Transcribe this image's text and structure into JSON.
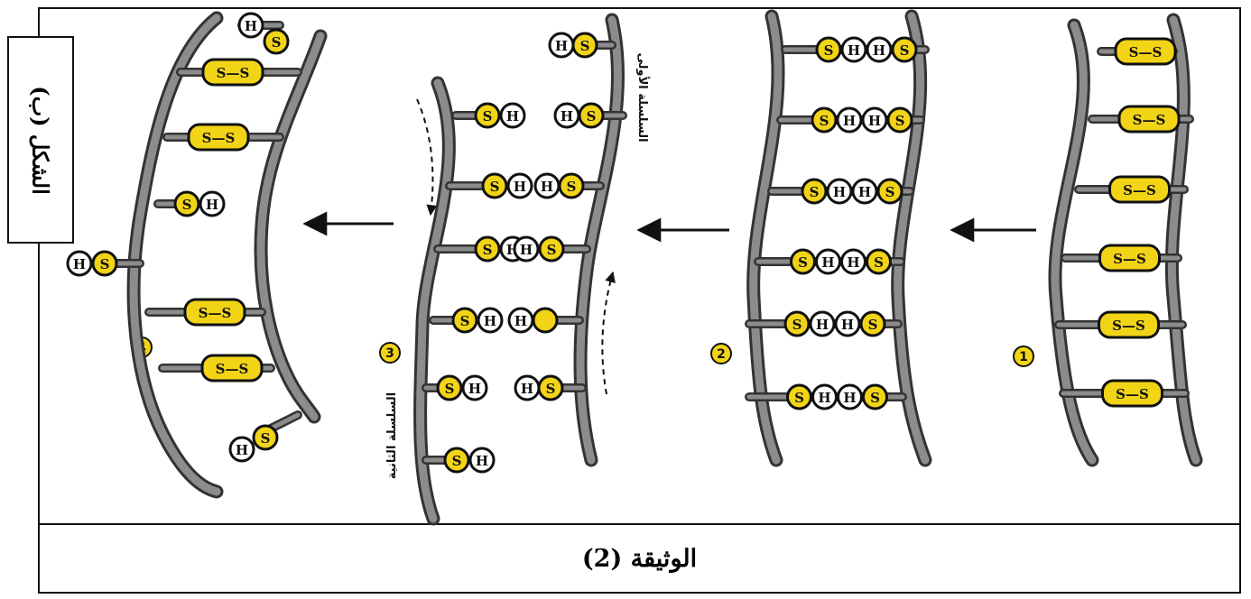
{
  "document": {
    "caption": "الوثيقة (2)",
    "figure_label": "الشكل (ب)"
  },
  "atoms": {
    "sulfur": "S",
    "hydrogen": "H",
    "bond": "S—S"
  },
  "steps": [
    {
      "number": "1"
    },
    {
      "number": "2"
    },
    {
      "number": "3"
    },
    {
      "number": "4"
    }
  ],
  "strand_labels": {
    "upper": "السلسلة الأولى",
    "lower": "السلسلة الثانية"
  },
  "colors": {
    "accent": "#f2d417",
    "backbone": "#333333",
    "backbone_inner": "#8c8c8c"
  }
}
